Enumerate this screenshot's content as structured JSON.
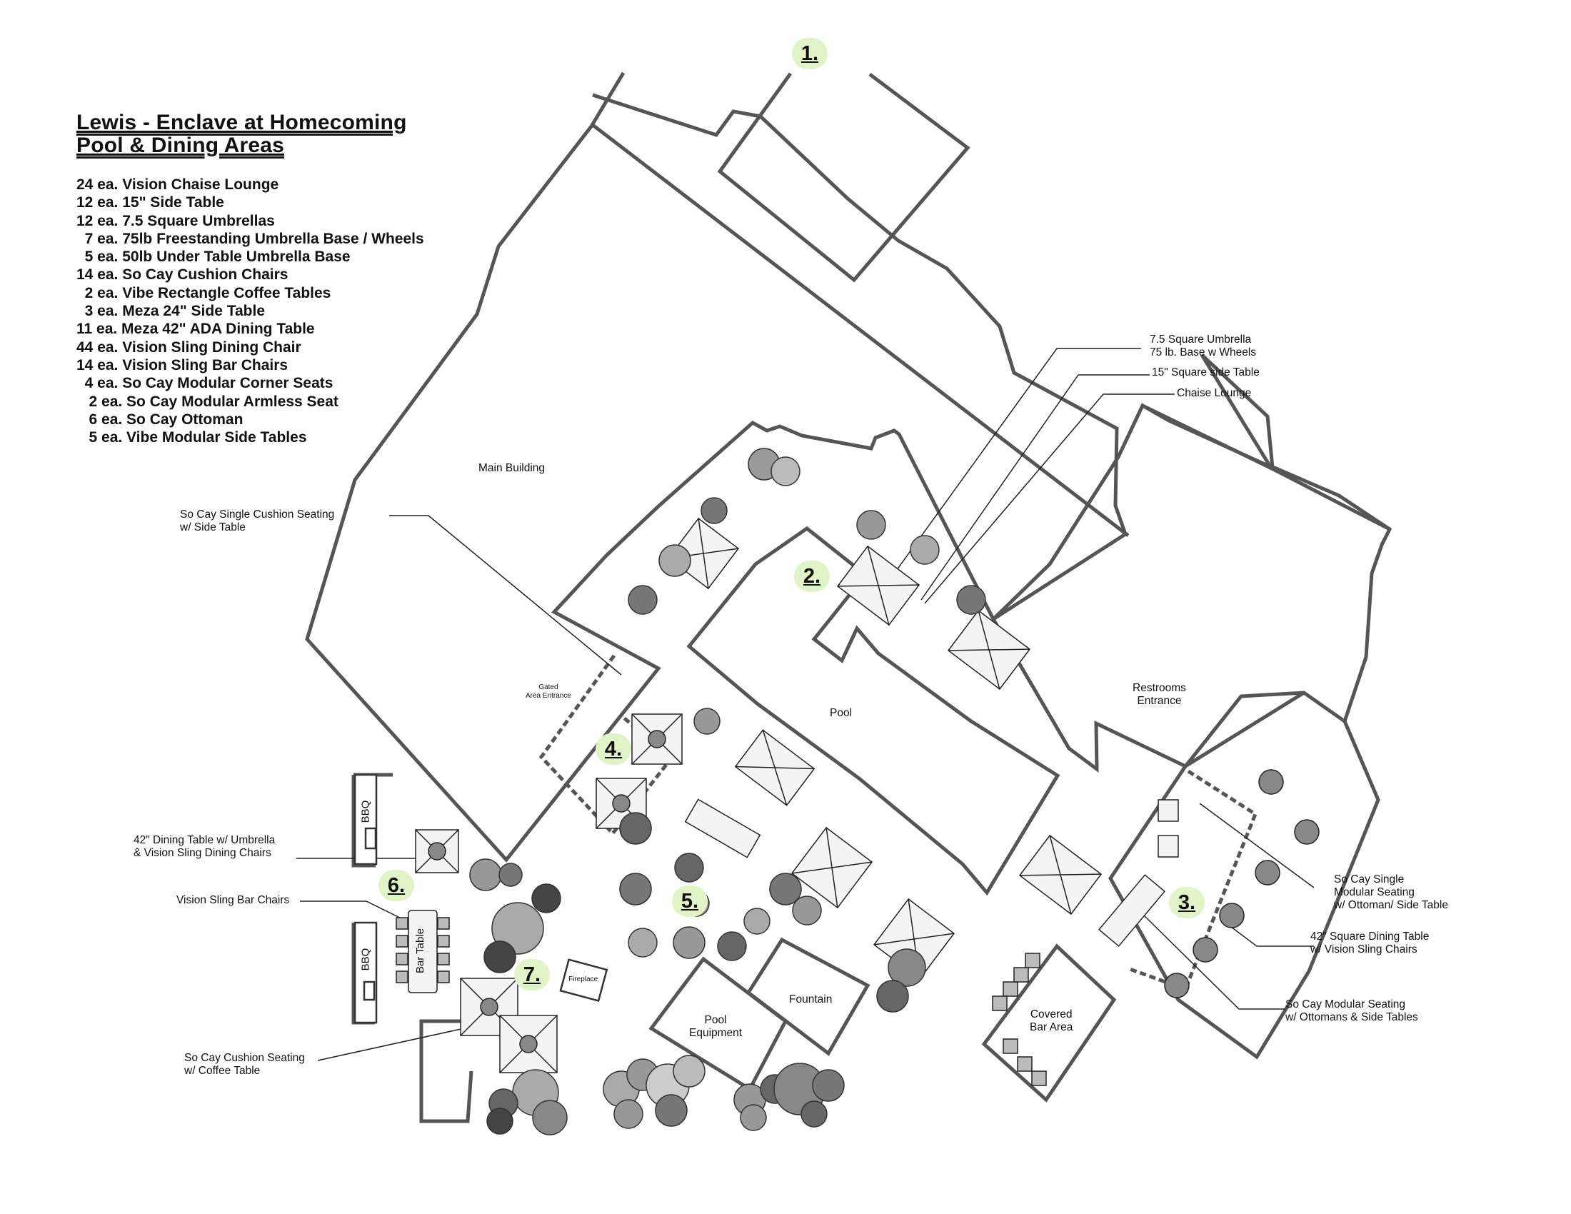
{
  "title_line1": "Lewis - Enclave at Homecoming",
  "title_line2": "Pool & Dining Areas",
  "items": [
    "24 ea. Vision Chaise Lounge",
    "12 ea. 15\" Side Table",
    "12 ea. 7.5 Square Umbrellas",
    "  7 ea. 75lb Freestanding Umbrella Base / Wheels",
    "  5 ea. 50lb Under Table Umbrella Base",
    "14 ea. So Cay Cushion Chairs",
    "  2 ea. Vibe Rectangle Coffee Tables",
    "  3 ea. Meza 24\" Side Table",
    "11 ea. Meza 42\" ADA Dining Table",
    "44 ea. Vision Sling Dining Chair",
    "14 ea. Vision Sling Bar Chairs",
    "  4 ea. So Cay Modular Corner Seats",
    "   2 ea. So Cay Modular Armless Seat",
    "   6 ea. So Cay Ottoman",
    "   5 ea. Vibe Modular Side Tables"
  ],
  "callouts": {
    "umbrella": "7.5 Square Umbrella\n75 lb. Base w Wheels",
    "side_table": "15\" Square side Table",
    "chaise": "Chaise Lounge",
    "single_cushion": "So Cay Single Cushion Seating\nw/ Side Table",
    "dining_umbrella": "42\" Dining Table w/ Umbrella\n& Vision Sling Dining Chairs",
    "bar_chairs": "Vision Sling Bar Chairs",
    "cushion_coffee": "So Cay Cushion Seating\nw/ Coffee Table",
    "single_modular": "So Cay Single\nModular Seating\nw/ Ottoman/ Side Table",
    "square_dining": "42\" Square Dining Table\nw/ Vision Sling Chairs",
    "modular_seating": "So Cay Modular Seating\nw/ Ottomans & Side Tables"
  },
  "areas": {
    "main_building": "Main Building",
    "pool": "Pool",
    "restrooms": "Restrooms\nEntrance",
    "fountain": "Fountain",
    "pool_equipment": "Pool\nEquipment",
    "covered_bar": "Covered\nBar Area",
    "gated_entrance": "Gated\nArea Entrance",
    "fireplace": "Fireplace",
    "bbq": "BBQ",
    "bar_table": "Bar Table"
  },
  "zones": [
    "1.",
    "2.",
    "3.",
    "4.",
    "5.",
    "6.",
    "7."
  ]
}
